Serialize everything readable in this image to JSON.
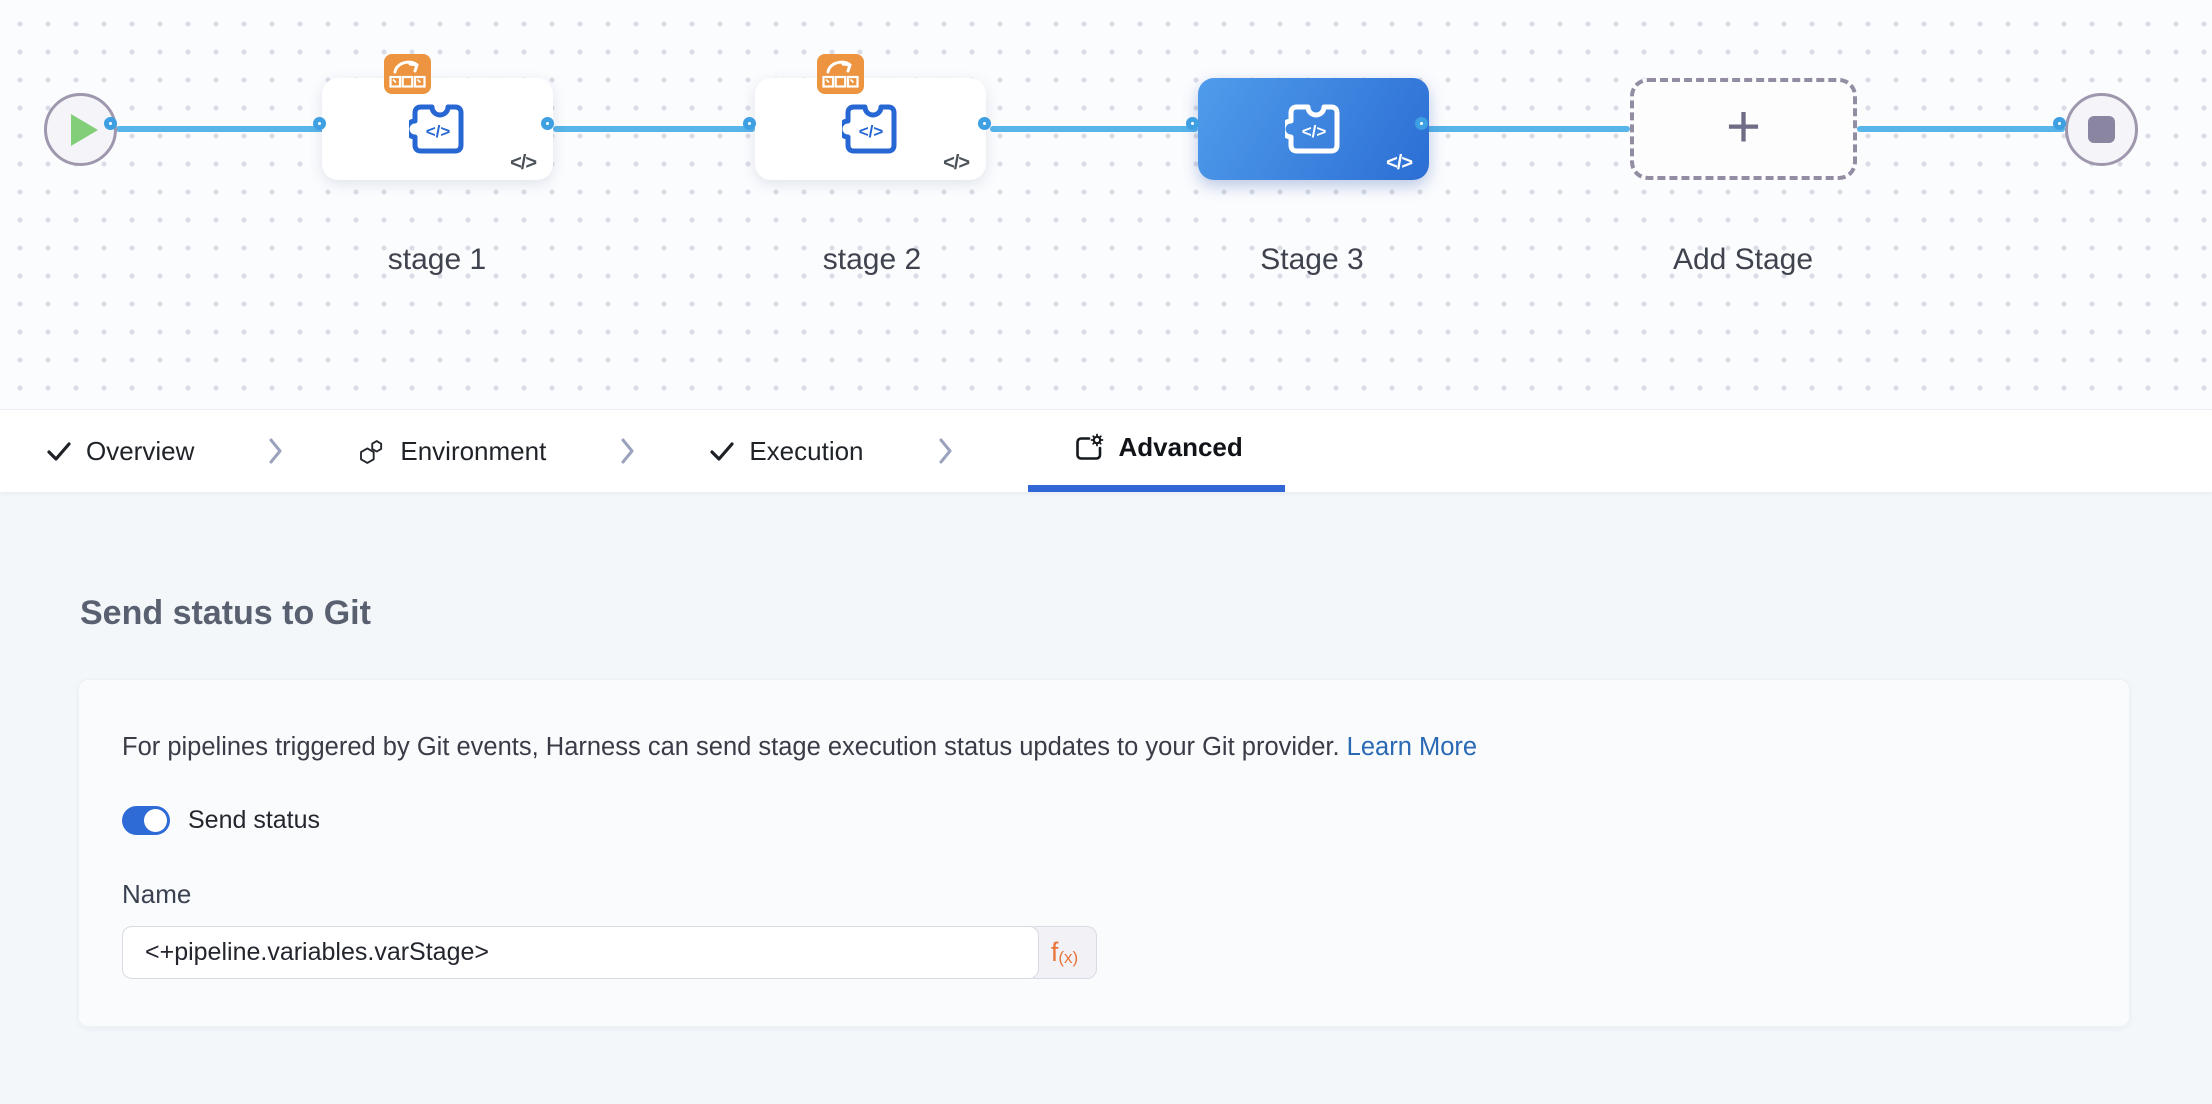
{
  "canvas": {
    "stages": [
      {
        "label": "stage 1",
        "selected": false,
        "has_badge": true
      },
      {
        "label": "stage 2",
        "selected": false,
        "has_badge": true
      },
      {
        "label": "Stage 3",
        "selected": true,
        "has_badge": false
      },
      {
        "label": "Add Stage",
        "placeholder": true
      }
    ],
    "code_glyph": "</>",
    "add_glyph": "+"
  },
  "tabs": {
    "items": [
      {
        "label": "Overview",
        "icon": "check-icon",
        "active": false
      },
      {
        "label": "Environment",
        "icon": "hexagons-icon",
        "active": false
      },
      {
        "label": "Execution",
        "icon": "check-icon",
        "active": false
      },
      {
        "label": "Advanced",
        "icon": "box-gear-icon",
        "active": true
      }
    ]
  },
  "advanced_panel": {
    "heading": "Send status to Git",
    "description": "For pipelines triggered by Git events, Harness can send stage execution status updates to your Git provider.",
    "link_label": "Learn More",
    "toggle_label": "Send status",
    "toggle_on": true,
    "name_label": "Name",
    "name_value": "<+pipeline.variables.varStage>",
    "fx_f": "f",
    "fx_sub": "(x)"
  },
  "colors": {
    "edge_blue": "#58b4e9",
    "port_ring_blue": "#3e9fe2",
    "selected_stage_blue": "#2c6ed4",
    "tab_underline_blue": "#3166d6",
    "badge_orange": "#ec9440",
    "fx_orange": "#e8763a",
    "play_green": "#82ce79",
    "link_blue": "#2a69b4",
    "toggle_blue": "#2e6bd6"
  }
}
